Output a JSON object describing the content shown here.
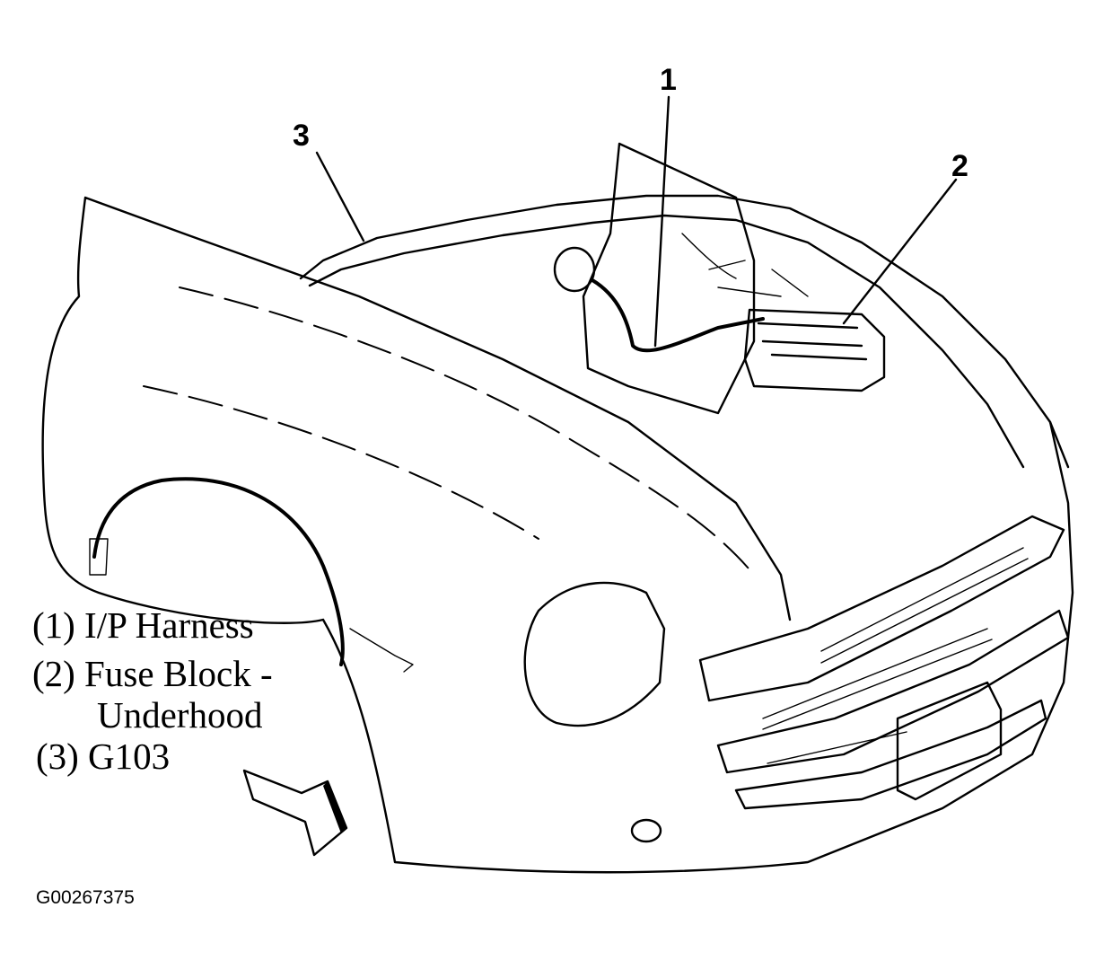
{
  "callouts": [
    {
      "num": "1"
    },
    {
      "num": "2"
    },
    {
      "num": "3"
    }
  ],
  "legend": [
    {
      "text": "(1) I/P Harness"
    },
    {
      "text": "(2) Fuse Block -"
    },
    {
      "text": "Underhood"
    },
    {
      "text": "(3) G103"
    }
  ],
  "figure_id": "G00267375"
}
